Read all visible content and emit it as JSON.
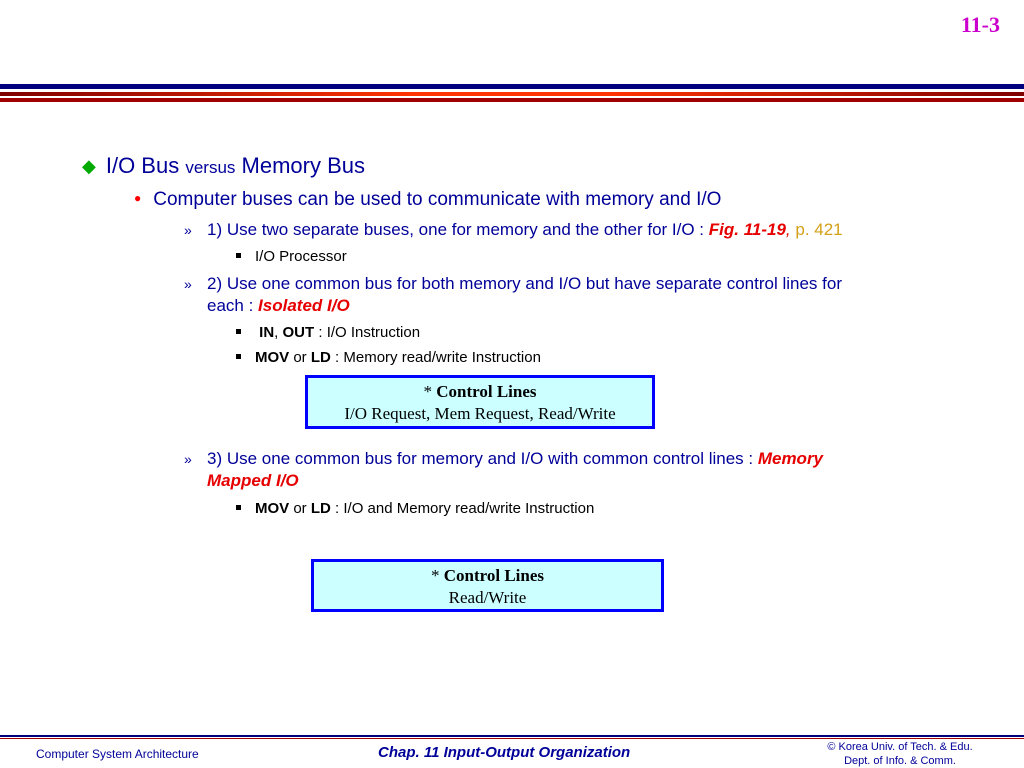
{
  "page_number": "11-3",
  "title": {
    "part1": "I/O Bus",
    "part2": "versus",
    "part3": "Memory Bus"
  },
  "subtitle": "Computer buses can be used to communicate with memory and I/O",
  "item1": {
    "marker": "»",
    "text": "1) Use two separate buses, one for memory and  the other for I/O : ",
    "fig": "Fig. 11-19",
    "comma": ",",
    "page": " p. 421",
    "sub1": "I/O Processor"
  },
  "item2": {
    "marker": "»",
    "line1": "2) Use one common bus for both memory and I/O but have separate control lines for",
    "line2_prefix": "each : ",
    "line2_emph": "Isolated I/O",
    "sub1_in": "IN",
    "sub1_sep": ", ",
    "sub1_out": "OUT",
    "sub1_rest": " : I/O Instruction",
    "sub2_mov": "MOV",
    "sub2_or": " or ",
    "sub2_ld": "LD",
    "sub2_rest": " : Memory read/write Instruction"
  },
  "box1": {
    "star": "* ",
    "title": "Control Lines",
    "body": "I/O Request, Mem Request, Read/Write"
  },
  "item3": {
    "marker": "»",
    "line1": "3) Use one common bus for memory and I/O with common control lines : ",
    "line1_emph": "Memory",
    "line2_emph": "Mapped I/O",
    "sub1_mov": "MOV",
    "sub1_or": " or  ",
    "sub1_ld": "LD",
    "sub1_rest": " : I/O and Memory read/write Instruction"
  },
  "box2": {
    "star": "* ",
    "title": "Control Lines",
    "body": "Read/Write"
  },
  "footer": {
    "left": "Computer System Architecture",
    "center": "Chap. 11  Input-Output Organization",
    "right_line1": "© Korea Univ. of Tech. & Edu.",
    "right_line2": "Dept. of Info. & Comm."
  },
  "colors": {
    "heading_blue": "#000099",
    "emphasis_red": "#e60000",
    "page_number_magenta": "#cc00cc",
    "bullet_green": "#00aa00",
    "box_fill": "#ccffff",
    "box_border": "#0000ff"
  }
}
